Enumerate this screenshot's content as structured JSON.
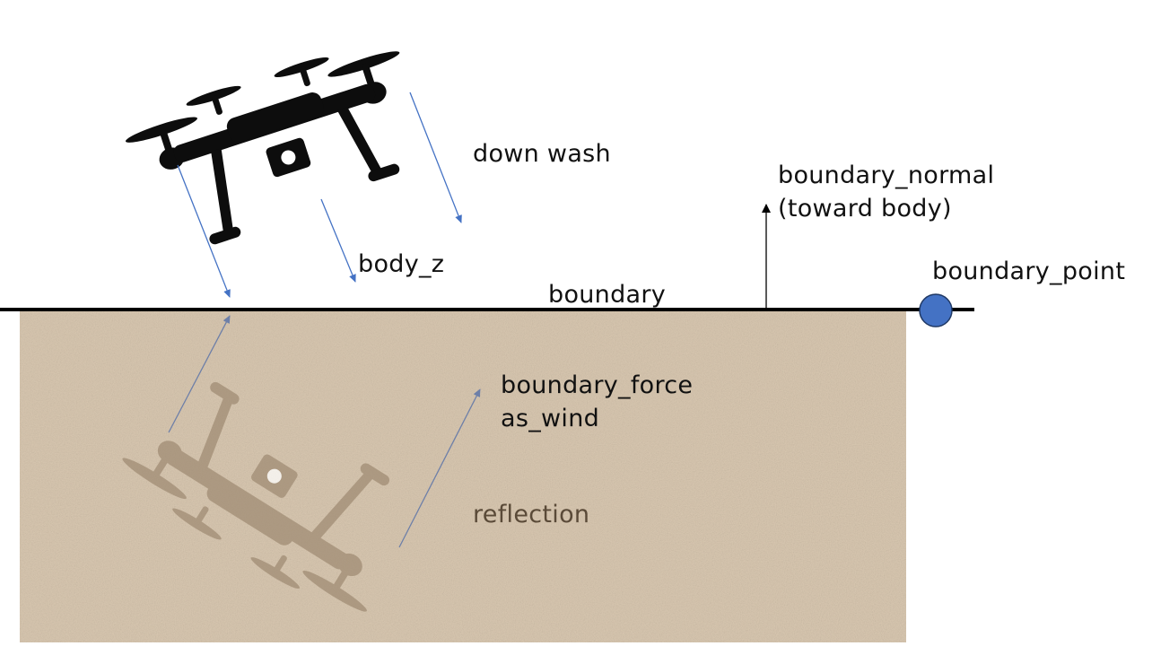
{
  "labels": {
    "down_wash": "down wash",
    "boundary_normal": [
      "boundary_normal",
      "(toward body)"
    ],
    "body_z": "body_z",
    "boundary": "boundary",
    "boundary_point": "boundary_point",
    "boundary_force": [
      "boundary_force",
      "as_wind"
    ],
    "reflection": "reflection"
  },
  "colors": {
    "ground": "#d9c8b1",
    "boundary_line": "#000000",
    "boundary_point_fill": "#4472c4",
    "downwash_arrow": "#4472c4",
    "reflected_arrow": "#6d7fa8",
    "drone": "#0d0d0d",
    "drone_reflection": "#a08c74",
    "reflection_text": "#5a4a38"
  },
  "icons": {
    "drone": "quadcopter-drone-icon",
    "drone_reflection": "quadcopter-drone-reflection-icon",
    "boundary_point": "boundary-point-circle-icon"
  }
}
